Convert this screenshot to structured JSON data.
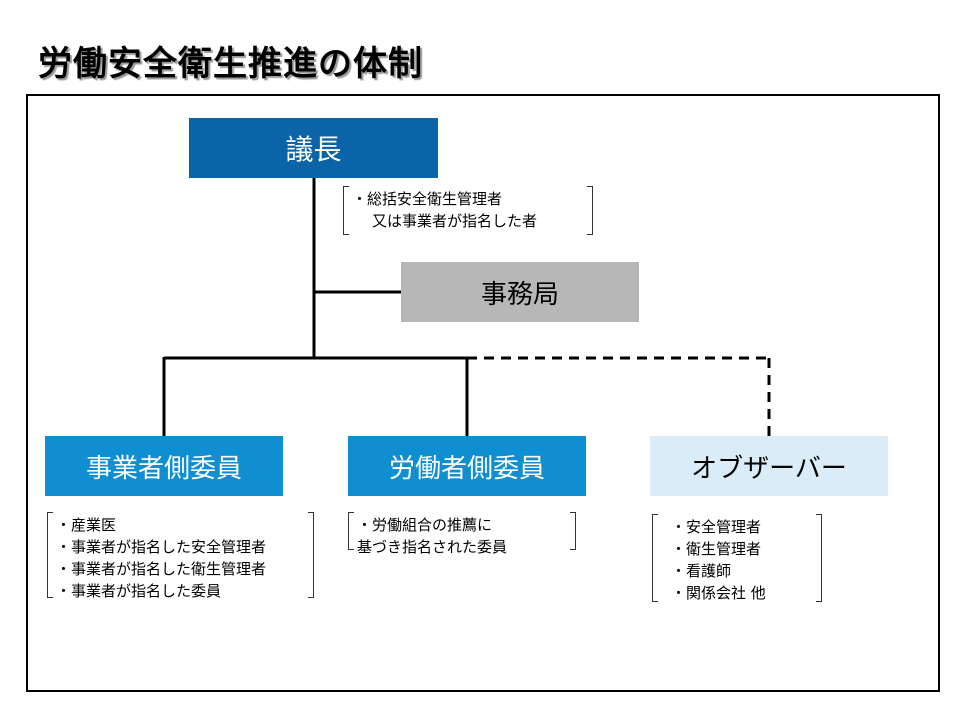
{
  "title": "労働安全衛生推進の体制",
  "nodes": {
    "chair": "議長",
    "secretariat": "事務局",
    "employer_committee": "事業者側委員",
    "labor_committee": "労働者側委員",
    "observer": "オブザーバー"
  },
  "notes": {
    "chair": [
      "・総括安全衛生管理者",
      "又は事業者が指名した者"
    ],
    "employer_committee": [
      "・産業医",
      "・事業者が指名した安全管理者",
      "・事業者が指名した衛生管理者",
      "・事業者が指名した委員"
    ],
    "labor_committee": [
      "・労働組合の推薦に",
      "基づき指名された委員"
    ],
    "observer": [
      "・安全管理者",
      "・衛生管理者",
      "・看護師",
      "・関係会社 他"
    ]
  },
  "colors": {
    "chair_fill": "#0b63a8",
    "committee_fill": "#0f8ed1",
    "secretariat_fill": "#b7b7b7",
    "observer_fill": "#daecf8"
  }
}
